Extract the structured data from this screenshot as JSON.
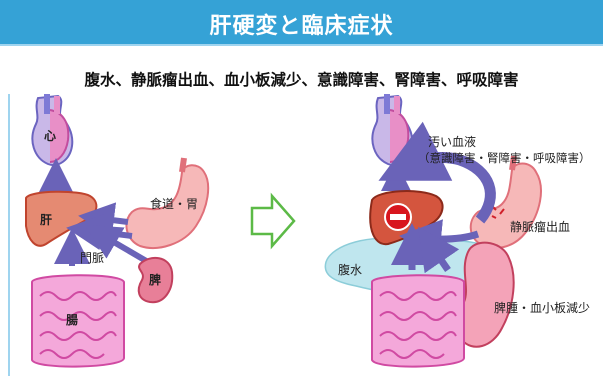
{
  "header": {
    "title": "肝硬変と臨床症状"
  },
  "subtitle": "腹水、静脈瘤出血、血小板減少、意識障害、腎障害、呼吸障害",
  "left_panel": {
    "heart": "心",
    "liver": "肝",
    "stomach": "食道・胃",
    "portal_vein": "門脈",
    "spleen": "脾",
    "intestine": "腸"
  },
  "right_panel": {
    "dirty_blood_line1": "汚い血液",
    "dirty_blood_line2": "（意識障害・腎障害・呼吸障害）",
    "varices": "静脈瘤出血",
    "ascites": "腹水",
    "splenomegaly": "脾腫・血小板減少"
  },
  "colors": {
    "banner": "#35a2d6",
    "arrow": "#6a63b8",
    "organ_red": "#e06a55",
    "organ_pink": "#f2a3a8",
    "intestine": "#f07bc0",
    "ascites": "#bfe6ee",
    "transition_arrow": "#5cba47"
  }
}
